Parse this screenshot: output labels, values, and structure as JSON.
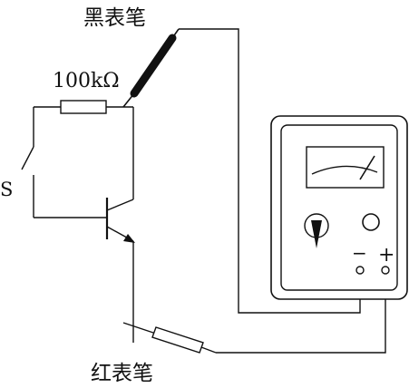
{
  "labels": {
    "black_probe": "黑表笔",
    "resistor": "100kΩ",
    "switch": "S",
    "red_probe": "红表笔",
    "meter_minus": "−",
    "meter_plus": "+"
  },
  "colors": {
    "line": "#111111",
    "black_probe_body": "#111111",
    "background": "#ffffff"
  }
}
